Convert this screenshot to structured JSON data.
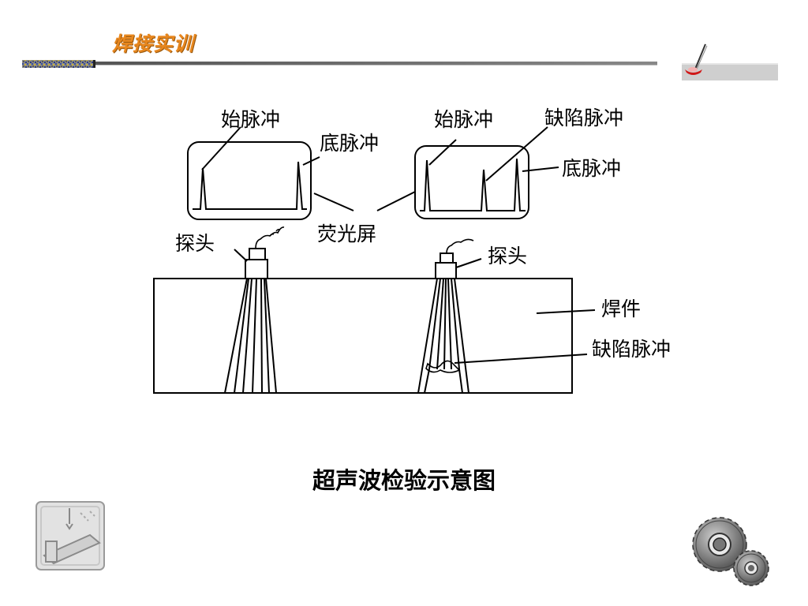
{
  "header": {
    "title": "焊接实训",
    "title_color": "#e8871e",
    "rule_icon": "pixel-gradient-rule",
    "badge_icon": "welding-torch-icon"
  },
  "diagram": {
    "screen_label": "荧光屏",
    "left_panel": {
      "start_pulse_label": "始脉冲",
      "bottom_pulse_label": "底脉冲",
      "probe_label": "探头"
    },
    "right_panel": {
      "start_pulse_label": "始脉冲",
      "defect_pulse_label": "缺陷脉冲",
      "bottom_pulse_label": "底脉冲",
      "probe_label": "探头"
    },
    "workpiece_label": "焊件",
    "defect_label": "缺陷脉冲"
  },
  "caption": "超声波检验示意图",
  "footer": {
    "left_icon": "construction-crane-beam-icon",
    "right_icon": "gears-icon"
  }
}
